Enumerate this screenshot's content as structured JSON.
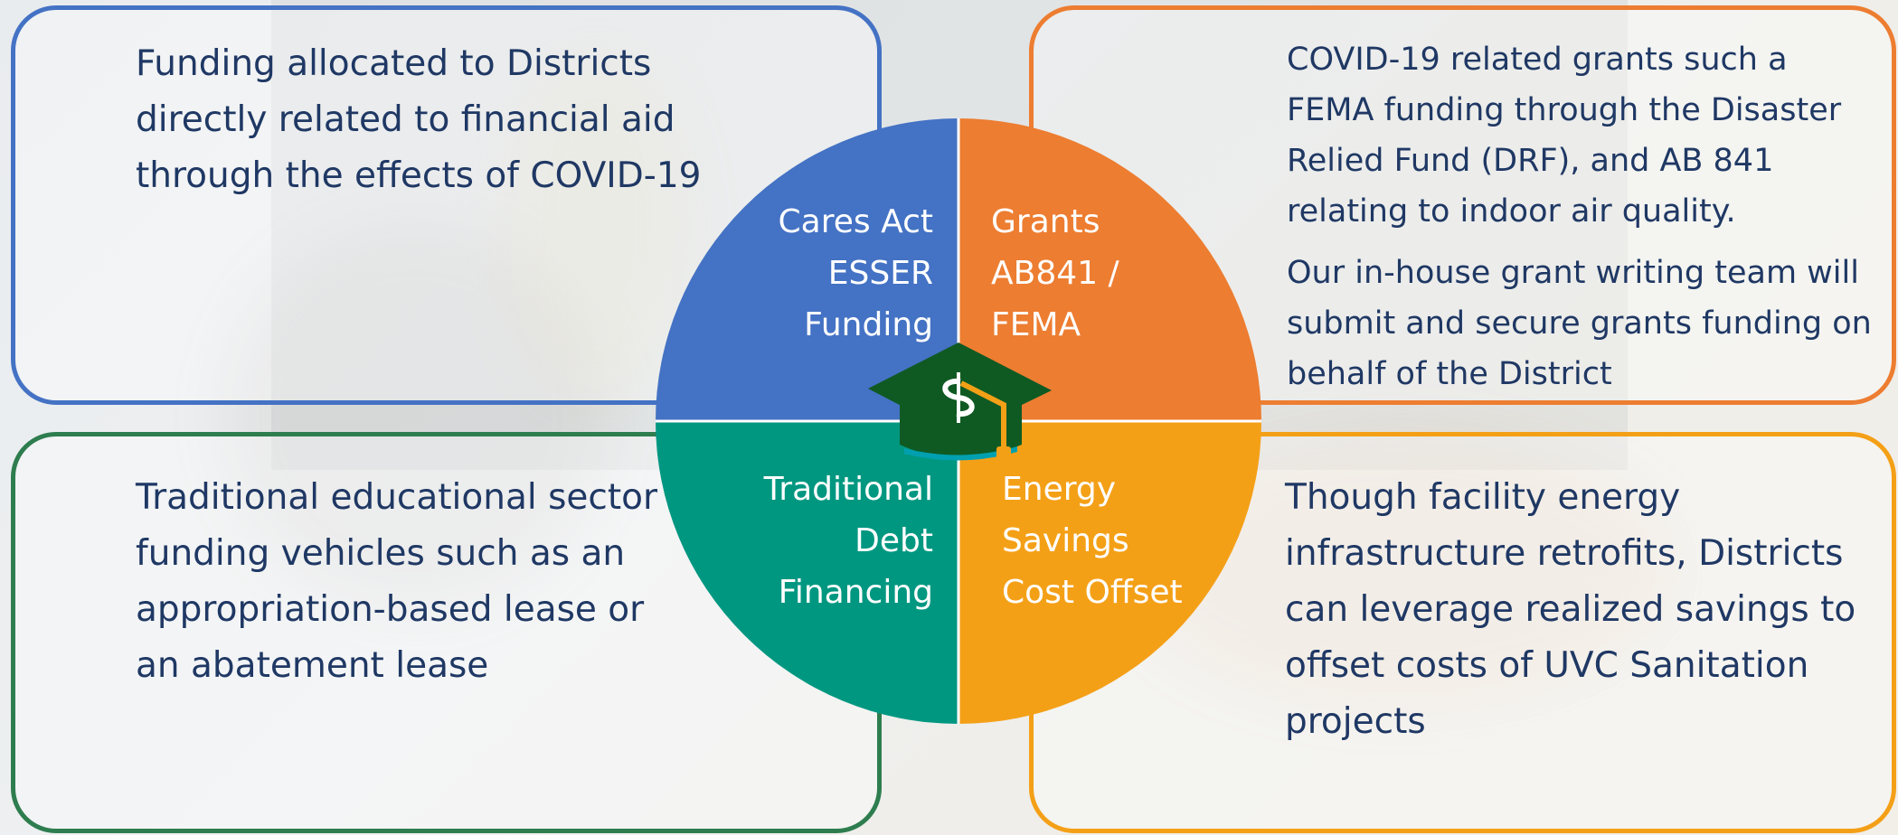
{
  "colors": {
    "blue": "#4472c4",
    "orange": "#ed7d31",
    "teal": "#009781",
    "amber": "#f4a017",
    "green_border": "#2e7d4f",
    "text": "#1f3864",
    "cap_green": "#0f5a23"
  },
  "icon": "graduation-cap-dollar-icon",
  "panels": {
    "top_left": "Funding allocated to Districts directly related to financial aid through the effects of COVID-19",
    "top_right": [
      "COVID-19 related grants such a FEMA funding through the Disaster Relied Fund (DRF), and AB 841 relating to indoor air quality.",
      "Our in-house grant writing team will submit and secure grants funding on behalf of the District"
    ],
    "bottom_left": "Traditional educational sector funding vehicles such as an appropriation-based lease or an abatement lease",
    "bottom_right": "Though facility energy infrastructure retrofits, Districts can leverage realized savings to offset costs of UVC Sanitation projects"
  },
  "quadrants": {
    "top_left": [
      "Cares Act",
      "ESSER",
      "Funding"
    ],
    "top_right": [
      "Grants",
      "AB841 /",
      "FEMA"
    ],
    "bottom_left": [
      "Traditional",
      "Debt",
      "Financing"
    ],
    "bottom_right": [
      "Energy",
      "Savings",
      "Cost Offset"
    ]
  }
}
